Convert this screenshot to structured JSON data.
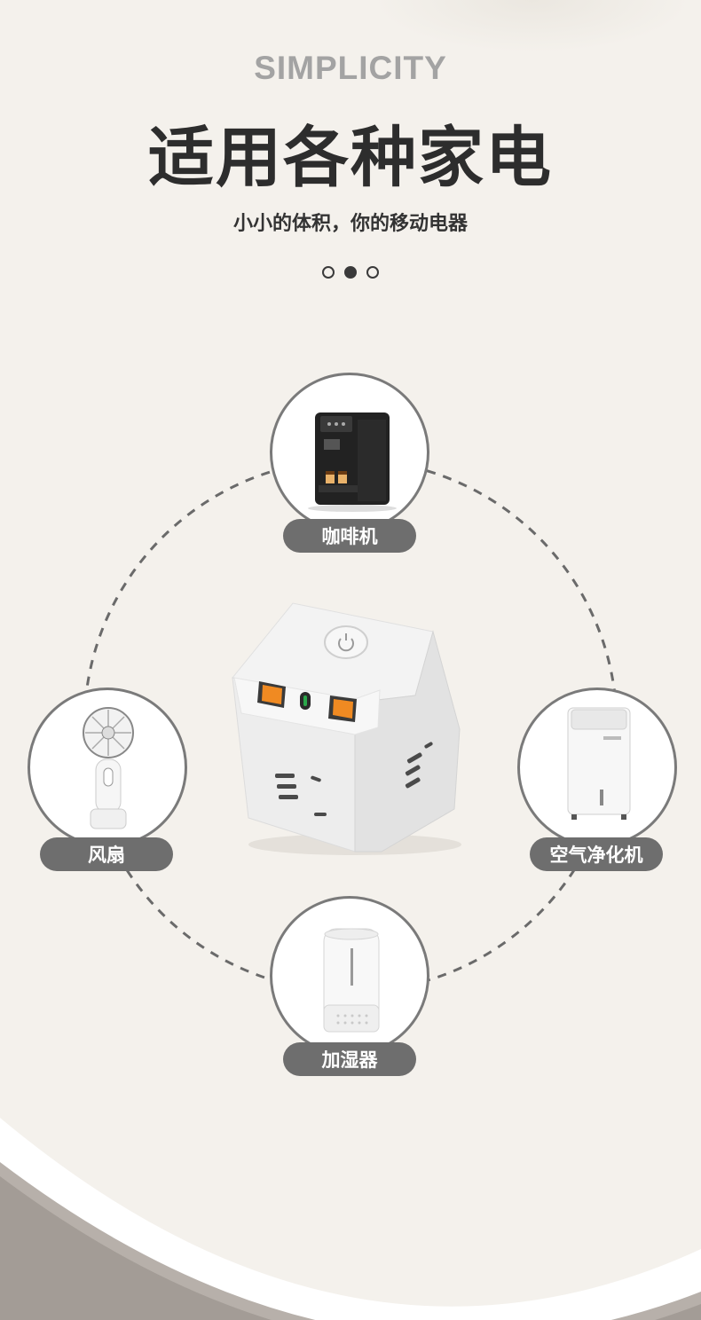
{
  "header": {
    "eyebrow": "SIMPLICITY",
    "title": "适用各种家电",
    "subtitle": "小小的体积，你的移动电器"
  },
  "pagination": {
    "count": 3,
    "active_index": 1
  },
  "appliances": [
    {
      "key": "coffee",
      "label": "咖啡机",
      "icon": "coffee-machine-icon"
    },
    {
      "key": "fan",
      "label": "风扇",
      "icon": "handheld-fan-icon"
    },
    {
      "key": "purifier",
      "label": "空气净化机",
      "icon": "air-purifier-icon"
    },
    {
      "key": "humidifier",
      "label": "加湿器",
      "icon": "humidifier-icon"
    }
  ],
  "product": {
    "name": "power-cube-socket",
    "accent": "#f08a22",
    "typec_accent": "#2aa84a"
  },
  "colors": {
    "background": "#f4f1ec",
    "pill": "#6e6e6e",
    "title": "#2d2d2d",
    "eyebrow": "#a3a3a3"
  }
}
